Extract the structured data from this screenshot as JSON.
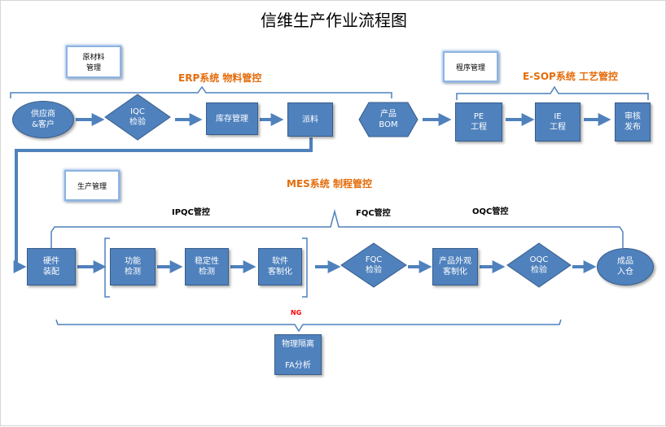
{
  "title": "信维生产作业流程图",
  "notes": {
    "materials": "原材料\n管理",
    "program": "程序管理",
    "production": "生产管理"
  },
  "systems": {
    "erp": "ERP系统   物料管控",
    "esop": "E-SOP系统   工艺管控",
    "mes": "MES系统   制程管控"
  },
  "stages": {
    "ipqc": "IPQC管控",
    "fqc": "FQC管控",
    "oqc": "OQC管控"
  },
  "ng": "NG",
  "nodes": {
    "supplier": "供应商\n&客户",
    "iqc": "IQC\n检验",
    "inventory": "库存管理",
    "dispatch": "派料",
    "bom": "产品\nBOM",
    "pe": "PE\n工程",
    "ie": "IE\n工程",
    "review": "审核\n发布",
    "hardware": "硬件\n装配",
    "function_test": "功能\n检测",
    "stability_test": "稳定性\n检测",
    "software": "软件\n客制化",
    "fqc": "FQC\n检验",
    "appearance": "产品外观\n客制化",
    "oqc": "OQC\n检验",
    "warehouse": "成品\n入仓",
    "isolation": "物理隔离\n\nFA分析"
  },
  "colors": {
    "node_fill": "#4F81BD",
    "node_border": "#385d8a",
    "system_text": "#E46C0A",
    "ng_text": "#FF0000",
    "label_border": "#8DB3E2"
  }
}
